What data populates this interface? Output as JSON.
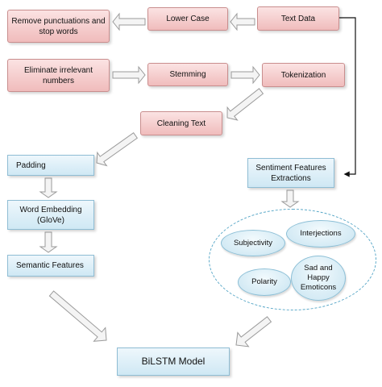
{
  "nodes": {
    "text_data": "Text Data",
    "lower_case": "Lower Case",
    "remove_punct": "Remove punctuations and stop words",
    "eliminate_numbers": "Eliminate irrelevant numbers",
    "stemming": "Stemming",
    "tokenization": "Tokenization",
    "cleaning_text": "Cleaning Text",
    "padding": "Padding",
    "word_embedding": "Word Embedding (GloVe)",
    "semantic_features": "Semantic Features",
    "sentiment_features": "Sentiment Features Extractions",
    "bilstm": "BiLSTM Model"
  },
  "sentiment_items": {
    "subjectivity": "Subjectivity",
    "interjections": "Interjections",
    "polarity": "Polarity",
    "emoticons": "Sad and Happy Emoticons"
  },
  "colors": {
    "pink_fill": "#f0bcbc",
    "blue_fill": "#cfe8f4",
    "cluster_border": "#5aa8c8",
    "arrow_gray": "#b8b8b8"
  }
}
